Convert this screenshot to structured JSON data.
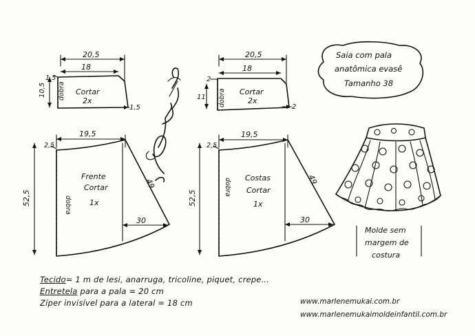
{
  "title": {
    "line1": "Saia com pala",
    "line2": "anatômica evasê",
    "line3": "Tamanho 38"
  },
  "front_yoke": {
    "top_width": "20,5",
    "inner_width": "18",
    "left_offset": "1,5",
    "right_offset": "1,5",
    "height": "10,5",
    "fold_label": "dobra",
    "cut_label": "Cortar",
    "cut_qty": "2x"
  },
  "back_yoke": {
    "top_width": "20,5",
    "inner_width": "18",
    "left_offset": "2",
    "right_offset": "2",
    "height": "11",
    "fold_label": "dobra",
    "cut_label": "Cortar",
    "cut_qty": "2x"
  },
  "front_piece": {
    "width": "19,5",
    "top_offset": "2,5",
    "height": "52,5",
    "slant": "49",
    "hem_extension": "30",
    "fold_label": "dobra",
    "name": "Frente",
    "cut_label": "Cortar",
    "cut_qty": "1x"
  },
  "back_piece": {
    "width": "19,5",
    "top_offset": "2,5",
    "height": "52,5",
    "slant": "49",
    "hem_extension": "30",
    "fold_label": "dobra",
    "name": "Costas",
    "cut_label": "Cortar",
    "cut_qty": "1x"
  },
  "signature": "Marlene Mukai",
  "seam_note": {
    "line1": "Molde sem",
    "line2": "margem de",
    "line3": "costura"
  },
  "fabric_notes": {
    "label1": "Tecido",
    "text1": "= 1 m   de lesi, anarruga, tricoline, piquet, crepe...",
    "label2": "Entretela",
    "text2": " para a pala = 20 cm",
    "line3": "Zíper invisível para a lateral = 18 cm"
  },
  "websites": [
    "www.marlenemukai.com.br",
    "www.marlenemukaimoldeinfantil.com.br"
  ]
}
